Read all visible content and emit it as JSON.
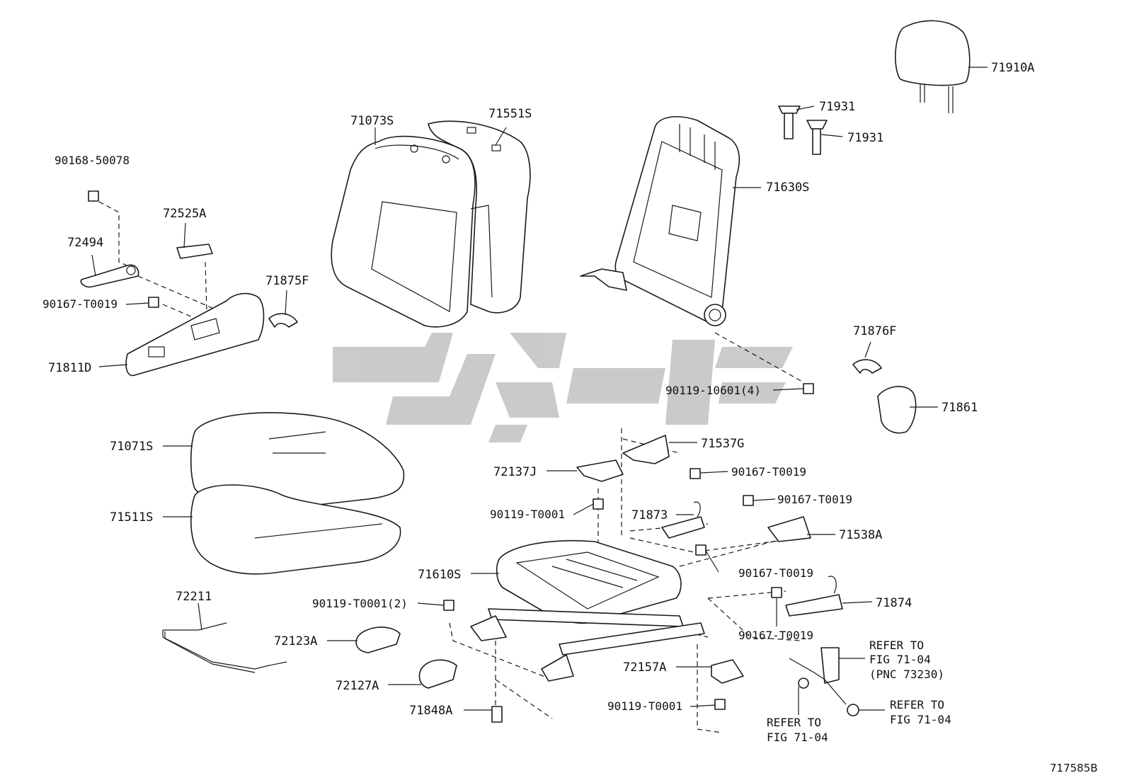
{
  "diagram": {
    "figure_number": "717585B",
    "colors": {
      "line": "#1a1a1a",
      "watermark": "#c8c8c8",
      "background": "#ffffff"
    },
    "parts": {
      "p71910A": "71910A",
      "p71931a": "71931",
      "p71931b": "71931",
      "p71630S": "71630S",
      "p71073S": "71073S",
      "p71551S": "71551S",
      "p90168_50078": "90168-50078",
      "p72525A": "72525A",
      "p72494": "72494",
      "p71875F": "71875F",
      "p90167_T0019_left": "90167-T0019",
      "p71811D": "71811D",
      "p71876F": "71876F",
      "p90119_10601": "90119-10601(4)",
      "p71861": "71861",
      "p71071S": "71071S",
      "p71537G": "71537G",
      "p72137J": "72137J",
      "p90167_T0019_a": "90167-T0019",
      "p71511S": "71511S",
      "p90119_T0001_a": "90119-T0001",
      "p90167_T0019_b": "90167-T0019",
      "p71873": "71873",
      "p71538A": "71538A",
      "p71610S": "71610S",
      "p90167_T0019_c": "90167-T0019",
      "p72211": "72211",
      "p90119_T0001_2": "90119-T0001(2)",
      "p71874": "71874",
      "p90167_T0019_d": "90167-T0019",
      "p72123A": "72123A",
      "p72157A": "72157A",
      "p72127A": "72127A",
      "p71848A": "71848A",
      "p90119_T0001_b": "90119-T0001"
    },
    "refs": {
      "belt_line1": "REFER TO",
      "belt_line2": "FIG 71-04",
      "belt_line3": "(PNC 73230)",
      "bolt_line1": "REFER TO",
      "bolt_line2": "FIG 71-04",
      "anchor_line1": "REFER TO",
      "anchor_line2": "FIG 71-04"
    }
  }
}
